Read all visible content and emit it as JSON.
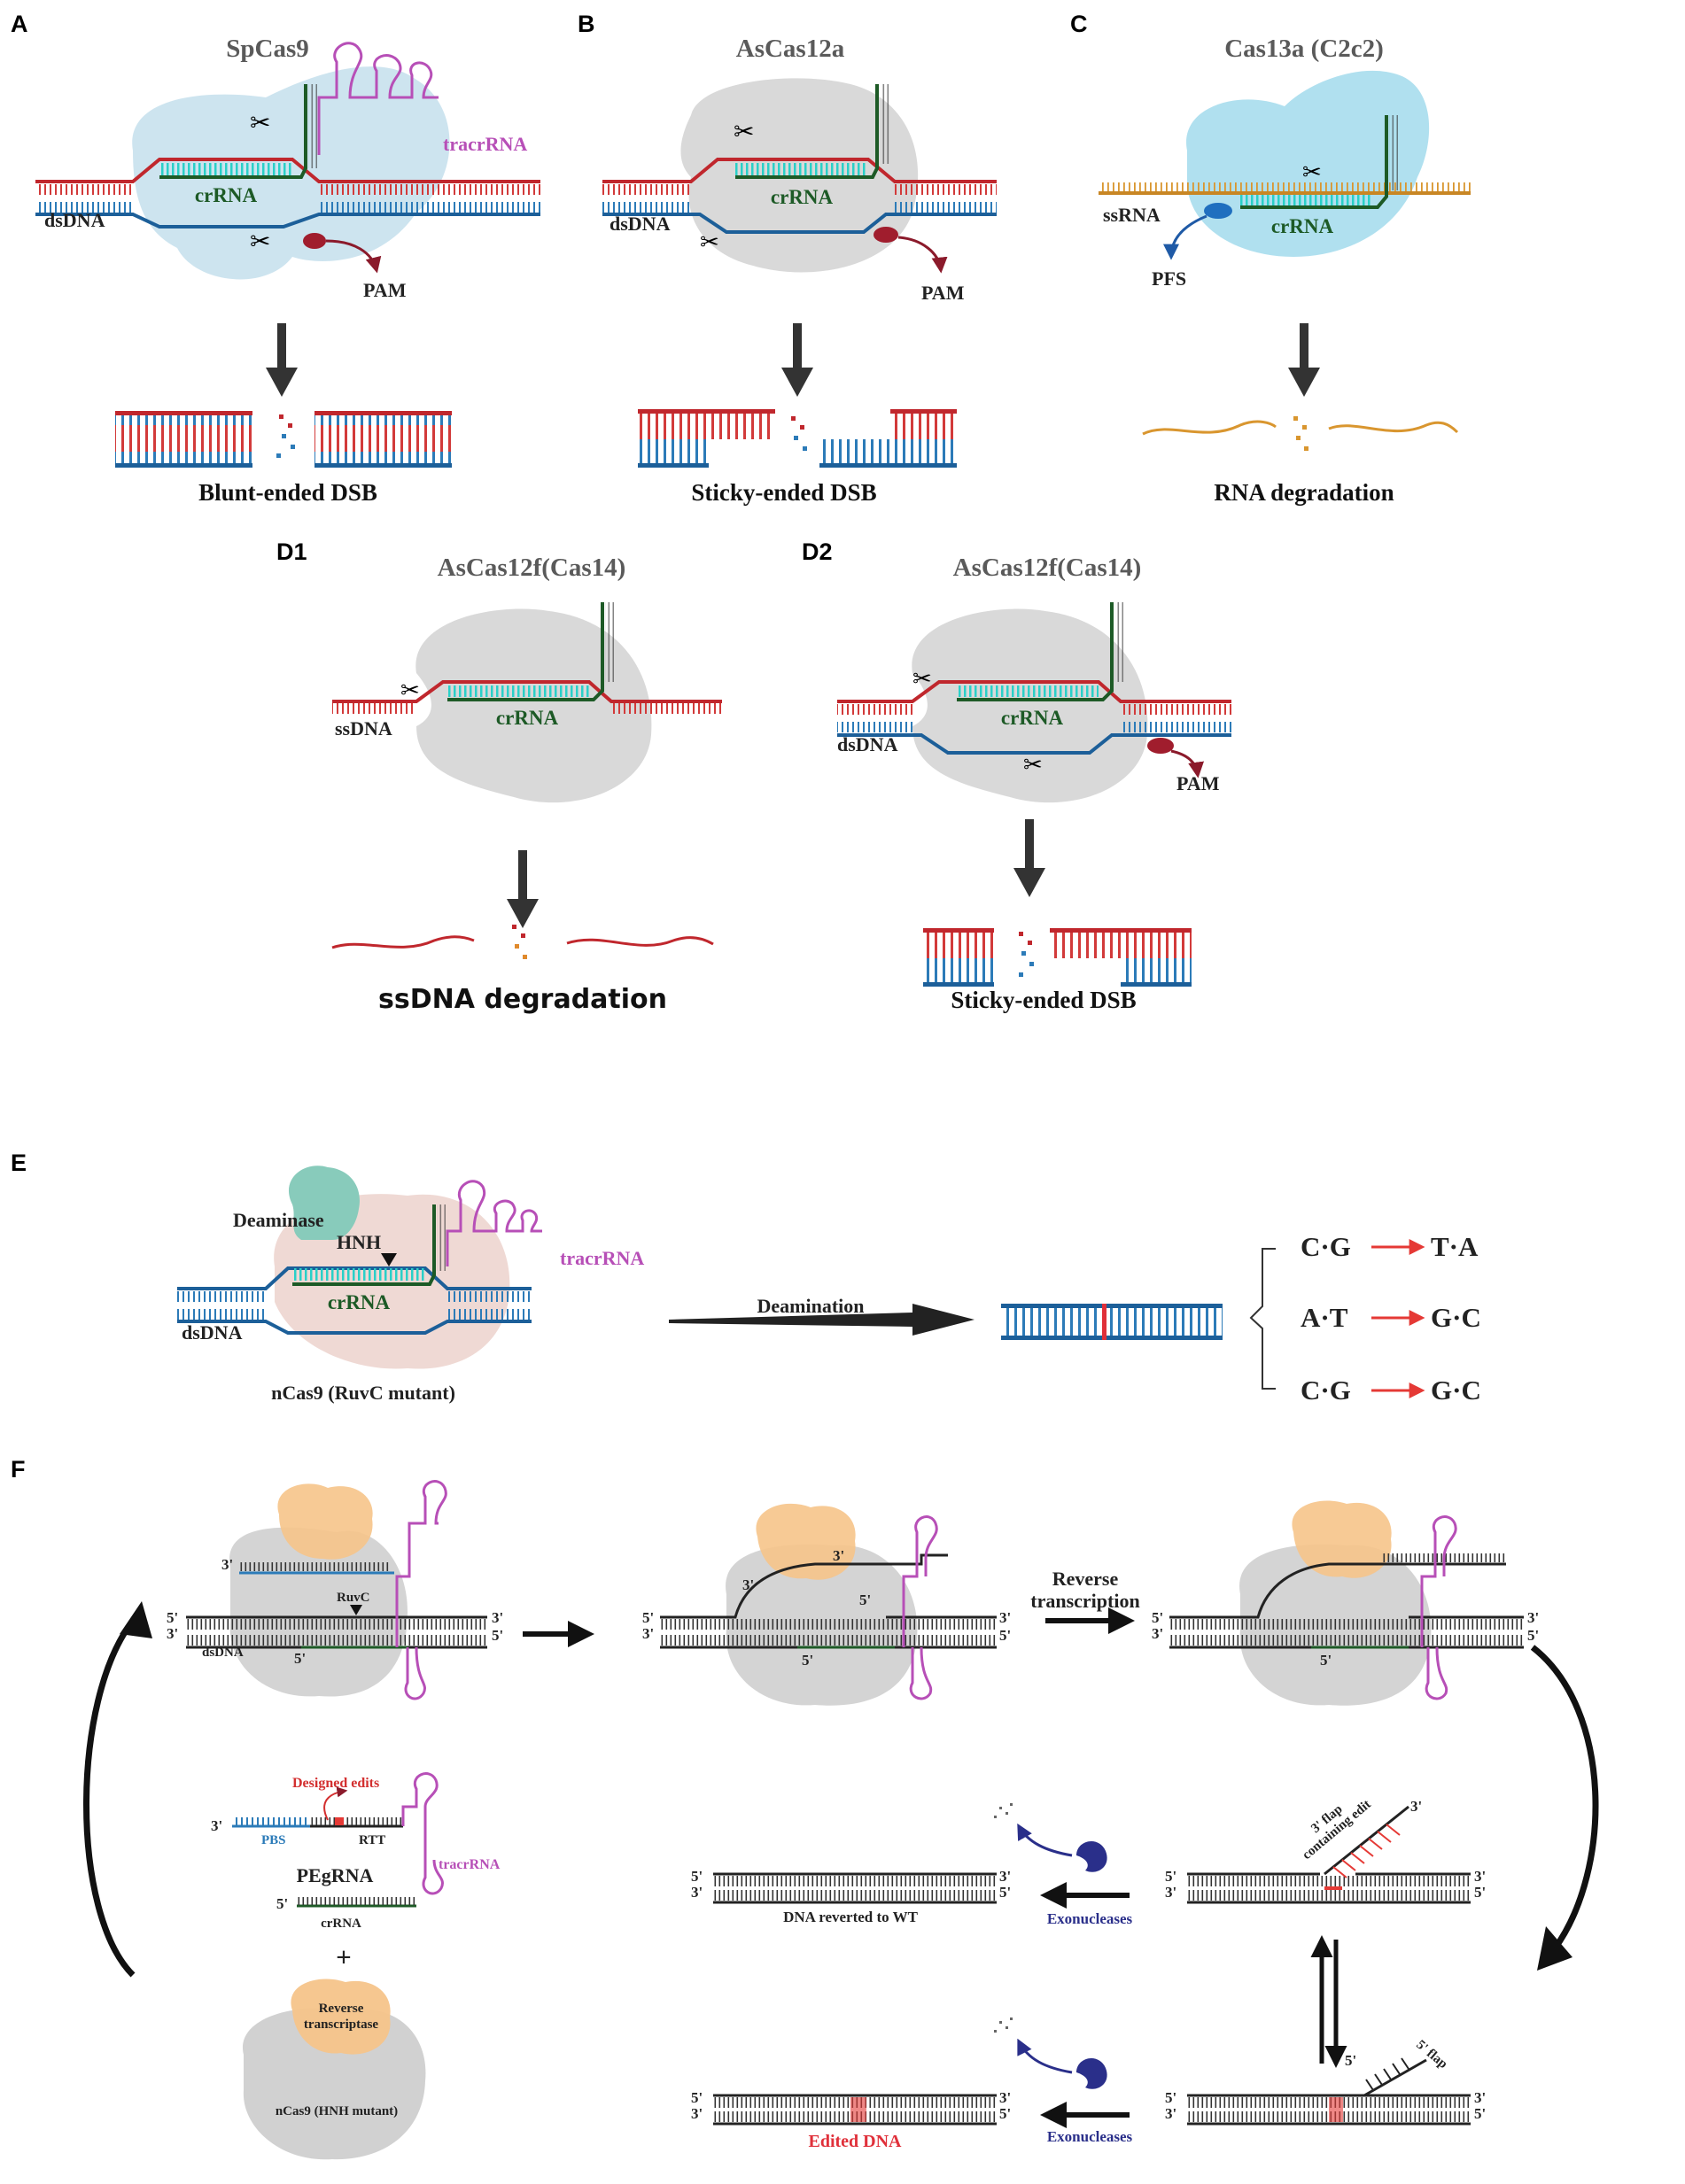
{
  "panels": {
    "A": {
      "letter": "A",
      "title": "SpCas9",
      "crrna": "crRNA",
      "tracrrna": "tracrRNA",
      "strand": "dsDNA",
      "pam": "PAM",
      "caption": "Blunt-ended DSB"
    },
    "B": {
      "letter": "B",
      "title": "AsCas12a",
      "crrna": "crRNA",
      "strand": "dsDNA",
      "pam": "PAM",
      "caption": "Sticky-ended DSB"
    },
    "C": {
      "letter": "C",
      "title": "Cas13a (C2c2)",
      "crrna": "crRNA",
      "strand": "ssRNA",
      "pfs": "PFS",
      "caption": "RNA degradation"
    },
    "D1": {
      "letter": "D1",
      "title": "AsCas12f(Cas14)",
      "crrna": "crRNA",
      "strand": "ssDNA",
      "caption": "ssDNA degradation"
    },
    "D2": {
      "letter": "D2",
      "title": "AsCas12f(Cas14)",
      "crrna": "crRNA",
      "strand": "dsDNA",
      "pam": "PAM",
      "caption": "Sticky-ended DSB"
    },
    "E": {
      "letter": "E",
      "deaminase": "Deaminase",
      "hnh": "HNH",
      "crrna": "crRNA",
      "tracrrna": "tracrRNA",
      "strand": "dsDNA",
      "protein": "nCas9 (RuvC mutant)",
      "arrow_label": "Deamination",
      "mutations": [
        {
          "from": "C·G",
          "to": "T·A"
        },
        {
          "from": "A·T",
          "to": "G·C"
        },
        {
          "from": "C·G",
          "to": "G·C"
        }
      ]
    },
    "F": {
      "letter": "F",
      "ruvc": "RuvC",
      "strand": "dsDNA",
      "reverse_transcription": [
        "Reverse",
        "transcription"
      ],
      "designed_edits": "Designed edits",
      "pbs": "PBS",
      "rtt": "RTT",
      "pegrna": "PEgRNA",
      "tracrrna": "tracrRNA",
      "crrna": "crRNA",
      "plus": "+",
      "rt": [
        "Reverse",
        "transcriptase"
      ],
      "protein": "nCas9 (HNH mutant)",
      "flap3": [
        "3' flap",
        "containing edit"
      ],
      "flap5": "5' flap",
      "reverted": "DNA  reverted to WT",
      "edited": "Edited DNA",
      "exonucleases": "Exonucleases",
      "p5": "5'",
      "p3": "3'"
    }
  }
}
